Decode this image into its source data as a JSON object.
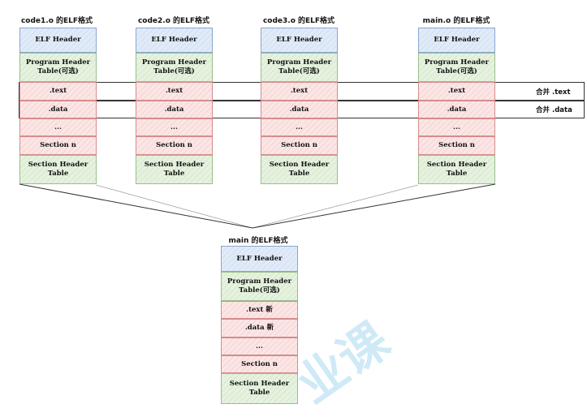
{
  "columns": [
    {
      "title": "code1.o 的ELF格式",
      "sections": [
        "ELF Header",
        "Program Header Table(可选)",
        ".text",
        ".data",
        "...",
        "Section n",
        "Section Header Table"
      ]
    },
    {
      "title": "code2.o 的ELF格式",
      "sections": [
        "ELF Header",
        "Program Header Table(可选)",
        ".text",
        ".data",
        "...",
        "Section n",
        "Section Header Table"
      ]
    },
    {
      "title": "code3.o 的ELF格式",
      "sections": [
        "ELF Header",
        "Program Header Table(可选)",
        ".text",
        ".data",
        "...",
        "Section n",
        "Section Header Table"
      ]
    },
    {
      "title": "main.o 的ELF格式",
      "sections": [
        "ELF Header",
        "Program Header Table(可选)",
        ".text",
        ".data",
        "...",
        "Section n",
        "Section Header Table"
      ]
    }
  ],
  "merge_labels": {
    "text": "合并 .text",
    "data": "合并 .data"
  },
  "result": {
    "title": "main 的ELF格式",
    "sections": [
      "ELF Header",
      "Program Header Table(可选)",
      ".text 新",
      ".data 新",
      "...",
      "Section n",
      "Section Header Table"
    ]
  },
  "watermark": "业课",
  "colors": {
    "header_blue": "#dce8f7",
    "header_green": "#e1f0d9",
    "section_red": "#f9e0e0"
  }
}
